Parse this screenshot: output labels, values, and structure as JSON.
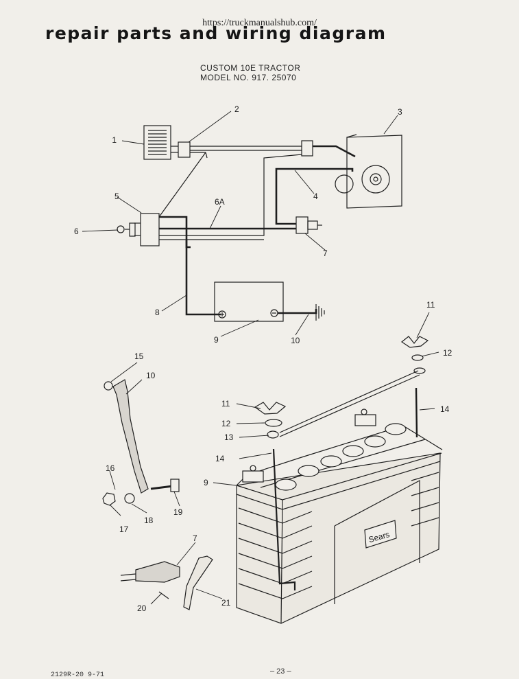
{
  "url": "https://truckmanualshub.com/",
  "title": "repair parts and  wiring  diagram",
  "subtitle": {
    "line1": "CUSTOM 10E TRACTOR",
    "line2": "MODEL NO. 917. 25070"
  },
  "battery_brand": "Sears",
  "callouts": {
    "c1": "1",
    "c2": "2",
    "c3": "3",
    "c4": "4",
    "c5": "5",
    "c6": "6",
    "c6a": "6A",
    "c7": "7",
    "c8": "8",
    "c9": "9",
    "c10": "10",
    "b11a": "11",
    "b12a": "12",
    "b11b": "11",
    "b12b": "12",
    "b13": "13",
    "b14a": "14",
    "b14b": "14",
    "b9": "9",
    "s15": "15",
    "s10": "10",
    "s16": "16",
    "s17": "17",
    "s18": "18",
    "s19": "19",
    "p7": "7",
    "p20": "20",
    "p21": "21"
  },
  "footer": {
    "code": "2129R-20 9-71",
    "page": "– 23 –"
  },
  "colors": {
    "paper": "#f1efea",
    "ink": "#1e1e1e"
  }
}
